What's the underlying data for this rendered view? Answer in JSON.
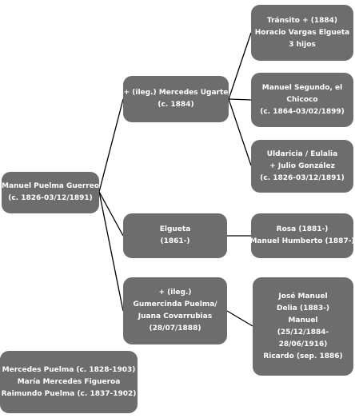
{
  "nodes": {
    "root": {
      "lines": [
        "Manuel Puelma Guerreo",
        "(c. 1826-03/12/1891)"
      ]
    },
    "mercedes_ugarte": {
      "lines": [
        "+ (ileg.) Mercedes Ugarte",
        "(c. 1884)"
      ]
    },
    "elgueta": {
      "lines": [
        "Elgueta",
        "(1861-)"
      ]
    },
    "gumercinda": {
      "lines": [
        "+ (ileg.)",
        "Gumercinda Puelma/",
        "Juana Covarrubias",
        "(28/07/1888)"
      ]
    },
    "transito": {
      "lines": [
        "Tránsito + (1884)",
        "Horacio Vargas Elgueta",
        "3 hijos"
      ]
    },
    "manuel_segundo": {
      "lines": [
        "Manuel Segundo, el",
        "Chicoco",
        "(c. 1864-03/02/1899)"
      ]
    },
    "uldaricia": {
      "lines": [
        "Uldaricia / Eulalia",
        "+ Julio González",
        "(c. 1826-03/12/1891)"
      ]
    },
    "rosa": {
      "lines": [
        "Rosa (1881-)",
        "Manuel Humberto (1887-)"
      ]
    },
    "jose_manuel": {
      "lines": [
        "José Manuel",
        "Delia (1883-)",
        "Manuel",
        "(25/12/1884-",
        "28/06/1916)",
        "Ricardo (sep. 1886)"
      ]
    },
    "siblings": {
      "lines": [
        "Mercedes Puelma (c. 1828-1903)",
        "María Mercedes Figueroa",
        "Raimundo Puelma (c. 1837-1902)"
      ]
    }
  },
  "colors": {
    "node_fill": "#6d6d6d",
    "node_text": "#ffffff",
    "connector": "#000000"
  }
}
